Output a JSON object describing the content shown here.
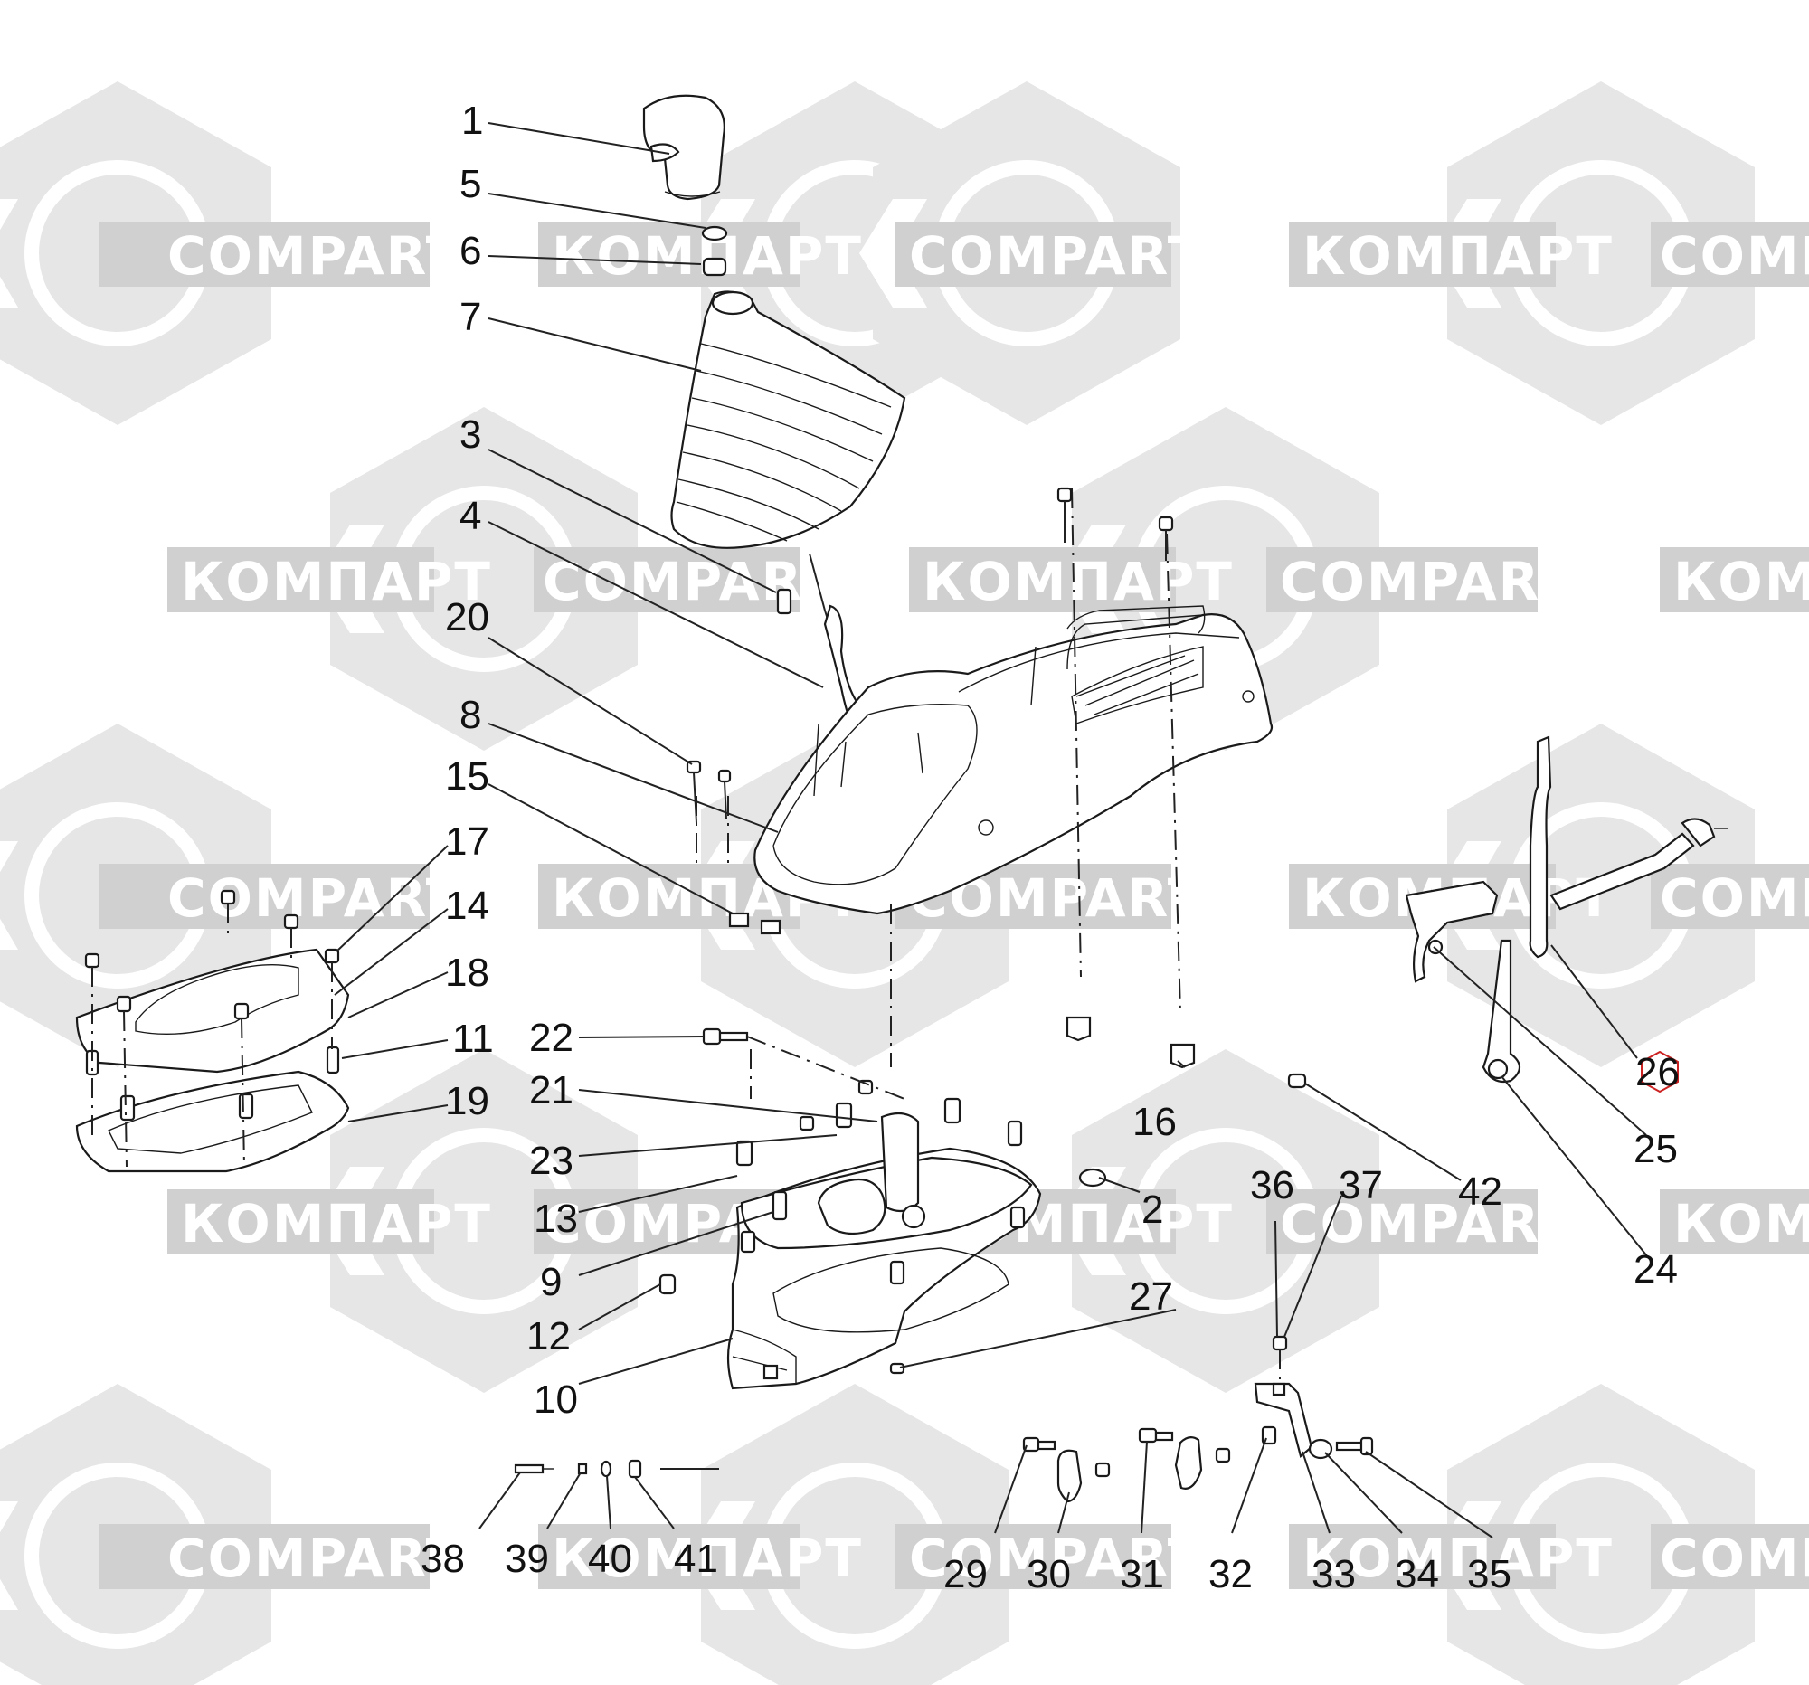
{
  "watermark": {
    "texts": [
      "COMPART",
      "КОМПАРТ"
    ],
    "colors": {
      "hexagon": "#e6e6e6",
      "band": "#d0d0d0",
      "text": "#ffffff"
    }
  },
  "callouts": [
    {
      "id": "1",
      "label": "1"
    },
    {
      "id": "2",
      "label": "2"
    },
    {
      "id": "3",
      "label": "3"
    },
    {
      "id": "4",
      "label": "4"
    },
    {
      "id": "5",
      "label": "5"
    },
    {
      "id": "6",
      "label": "6"
    },
    {
      "id": "7",
      "label": "7"
    },
    {
      "id": "8",
      "label": "8"
    },
    {
      "id": "9",
      "label": "9"
    },
    {
      "id": "10",
      "label": "10"
    },
    {
      "id": "11",
      "label": "11"
    },
    {
      "id": "12",
      "label": "12"
    },
    {
      "id": "13",
      "label": "13"
    },
    {
      "id": "14",
      "label": "14"
    },
    {
      "id": "15",
      "label": "15"
    },
    {
      "id": "16",
      "label": "16"
    },
    {
      "id": "17",
      "label": "17"
    },
    {
      "id": "18",
      "label": "18"
    },
    {
      "id": "19",
      "label": "19"
    },
    {
      "id": "20",
      "label": "20"
    },
    {
      "id": "21",
      "label": "21"
    },
    {
      "id": "22",
      "label": "22"
    },
    {
      "id": "23",
      "label": "23"
    },
    {
      "id": "24",
      "label": "24"
    },
    {
      "id": "25",
      "label": "25"
    },
    {
      "id": "26",
      "label": "26",
      "highlighted": true
    },
    {
      "id": "27",
      "label": "27"
    },
    {
      "id": "29",
      "label": "29"
    },
    {
      "id": "30",
      "label": "30"
    },
    {
      "id": "31",
      "label": "31"
    },
    {
      "id": "32",
      "label": "32"
    },
    {
      "id": "33",
      "label": "33"
    },
    {
      "id": "34",
      "label": "34"
    },
    {
      "id": "35",
      "label": "35"
    },
    {
      "id": "36",
      "label": "36"
    },
    {
      "id": "37",
      "label": "37"
    },
    {
      "id": "38",
      "label": "38"
    },
    {
      "id": "39",
      "label": "39"
    },
    {
      "id": "40",
      "label": "40"
    },
    {
      "id": "41",
      "label": "41"
    },
    {
      "id": "42",
      "label": "42"
    }
  ],
  "highlight_color": "#cc2222"
}
